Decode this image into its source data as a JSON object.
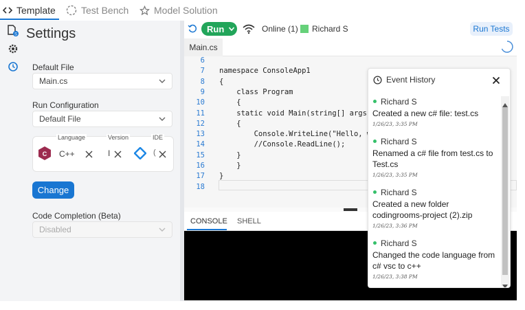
{
  "top_tabs": [
    {
      "label": "Template",
      "icon": "code-icon"
    },
    {
      "label": "Test Bench",
      "icon": "spinner-icon"
    },
    {
      "label": "Model Solution",
      "icon": "star-icon"
    }
  ],
  "settings": {
    "title": "Settings",
    "default_file_label": "Default File",
    "default_file_value": "Main.cs",
    "run_config_label": "Run Configuration",
    "run_config_value": "Default File",
    "env": {
      "language_label": "Language",
      "version_label": "Version",
      "ide_label": "IDE",
      "language_value": "C++",
      "version_value": "I",
      "ide_value": "("
    },
    "change_label": "Change",
    "code_completion_label": "Code Completion (Beta)",
    "code_completion_value": "Disabled"
  },
  "toolbar": {
    "run_label": "Run",
    "online_status": "Online (1)",
    "user_name": "Richard S",
    "user_color": "#66d17a",
    "run_tests_label": "Run Tests"
  },
  "editor": {
    "file_tab": "Main.cs",
    "lines": [
      {
        "num": "6",
        "code": ""
      },
      {
        "num": "7",
        "code": "namespace ConsoleApp1"
      },
      {
        "num": "8",
        "code": "{"
      },
      {
        "num": "9",
        "code": "    class Program"
      },
      {
        "num": "10",
        "code": "    {"
      },
      {
        "num": "11",
        "code": "    static void Main(string[] args)"
      },
      {
        "num": "12",
        "code": "    {"
      },
      {
        "num": "13",
        "code": "        Console.WriteLine(\"Hello, w"
      },
      {
        "num": "14",
        "code": "        //Console.ReadLine();"
      },
      {
        "num": "15",
        "code": "    }"
      },
      {
        "num": "16",
        "code": "    }"
      },
      {
        "num": "17",
        "code": "}"
      },
      {
        "num": "18",
        "code": ""
      }
    ]
  },
  "console": {
    "tabs": [
      "CONSOLE",
      "SHELL"
    ]
  },
  "event_history": {
    "title": "Event History",
    "events": [
      {
        "user": "Richard S",
        "description": "Created a new c# file: test.cs",
        "time": "1/26/23, 3:35 PM"
      },
      {
        "user": "Richard S",
        "description": "Renamed a c# file from test.cs to Test.cs",
        "time": "1/26/23, 3:35 PM"
      },
      {
        "user": "Richard S",
        "description": "Created a new folder codingrooms-project (2).zip",
        "time": "1/26/23, 3:36 PM"
      },
      {
        "user": "Richard S",
        "description": "Changed the code language from c# vsc to c++",
        "time": "1/26/23, 3:38 PM"
      }
    ]
  },
  "colors": {
    "accent": "#1976d2",
    "run_green": "#22a55a",
    "online_dot": "#35c06a",
    "cpp_logo": "#9c2b4f",
    "ide_logo": "#1e88e5"
  }
}
